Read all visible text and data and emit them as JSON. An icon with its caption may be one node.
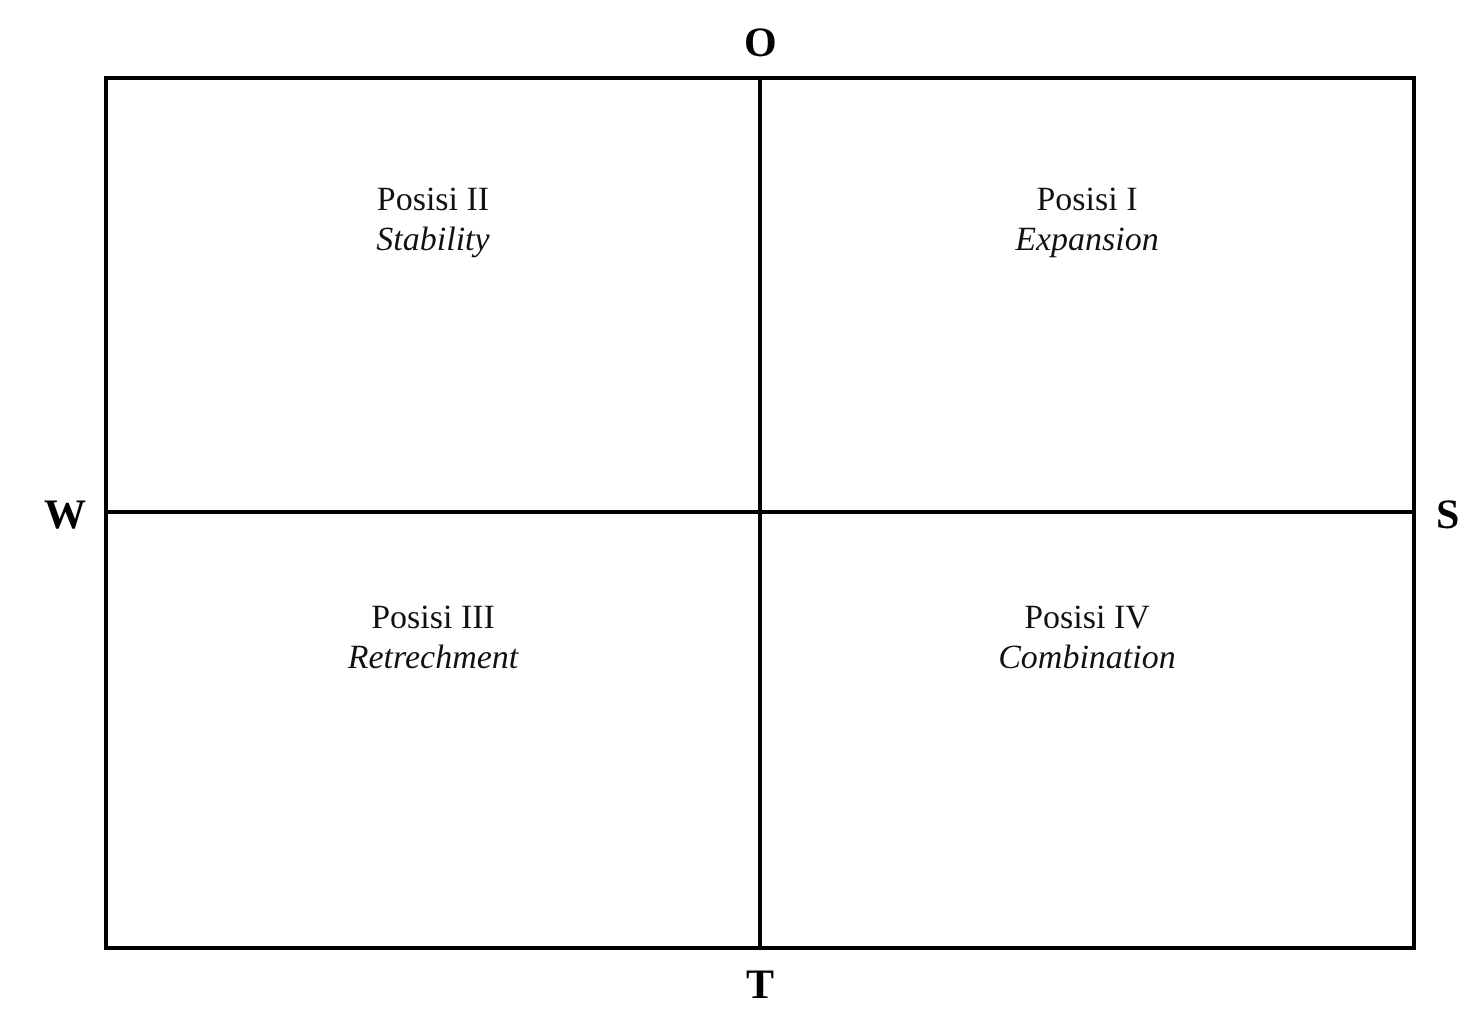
{
  "diagram": {
    "nodes": [
      {
        "text": [
          "Posisi II",
          "Stability"
        ]
      },
      {
        "text": [
          "Posisi I",
          "Expansion"
        ]
      },
      {
        "text": [
          "Posisi III",
          "Retrechment"
        ]
      },
      {
        "text": [
          "Posisi IV",
          "Combination"
        ]
      }
    ],
    "labels": [
      "O",
      "W",
      "S",
      "T"
    ]
  }
}
